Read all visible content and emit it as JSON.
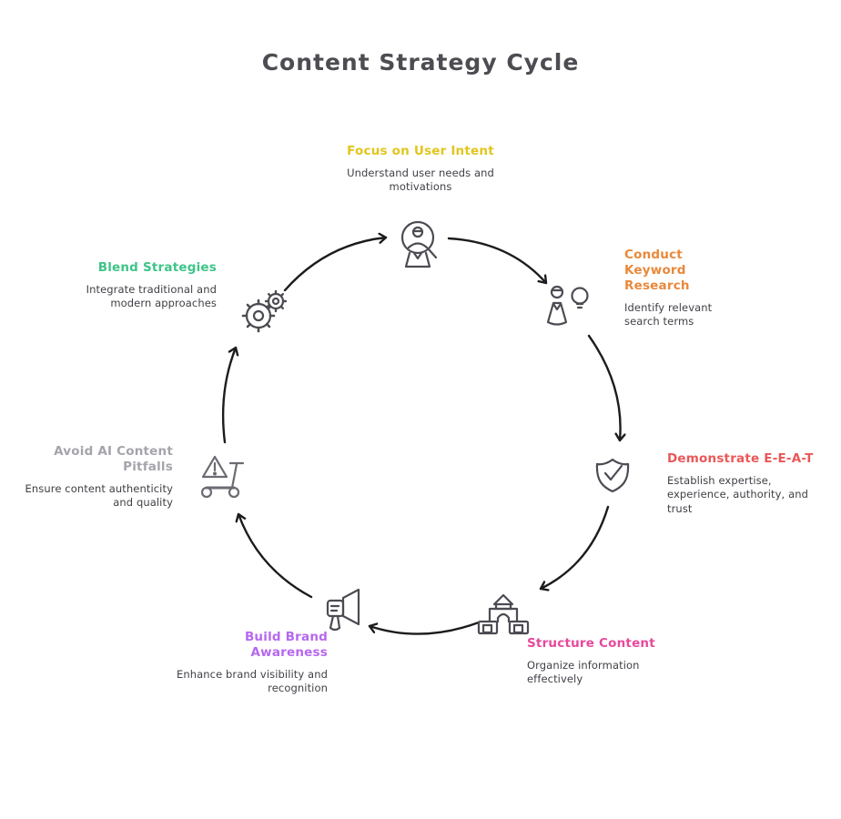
{
  "title": "Content Strategy Cycle",
  "nodes": [
    {
      "id": "focus-user-intent",
      "label": "Focus on User Intent",
      "description": "Understand user needs and motivations",
      "color": "#e2c51d",
      "icon": "user-search-icon"
    },
    {
      "id": "conduct-keyword-research",
      "label": "Conduct Keyword Research",
      "description": "Identify relevant search terms",
      "color": "#e8893b",
      "icon": "person-lightbulb-icon"
    },
    {
      "id": "demonstrate-eeat",
      "label": "Demonstrate E-E-A-T",
      "description": "Establish expertise, experience, authority, and trust",
      "color": "#ea5757",
      "icon": "shield-check-icon"
    },
    {
      "id": "structure-content",
      "label": "Structure Content",
      "description": "Organize information effectively",
      "color": "#e8489c",
      "icon": "building-blocks-icon"
    },
    {
      "id": "build-brand-awareness",
      "label": "Build Brand Awareness",
      "description": "Enhance brand visibility and recognition",
      "color": "#b668f0",
      "icon": "megaphone-icon"
    },
    {
      "id": "avoid-ai-content-pitfalls",
      "label": "Avoid AI Content Pitfalls",
      "description": "Ensure content authenticity and quality",
      "color": "#a4a4ac",
      "icon": "scooter-warning-icon"
    },
    {
      "id": "blend-strategies",
      "label": "Blend Strategies",
      "description": "Integrate traditional and modern approaches",
      "color": "#3ec488",
      "icon": "gears-icon"
    }
  ],
  "cycle_order": [
    "focus-user-intent",
    "conduct-keyword-research",
    "demonstrate-eeat",
    "structure-content",
    "build-brand-awareness",
    "avoid-ai-content-pitfalls",
    "blend-strategies"
  ]
}
